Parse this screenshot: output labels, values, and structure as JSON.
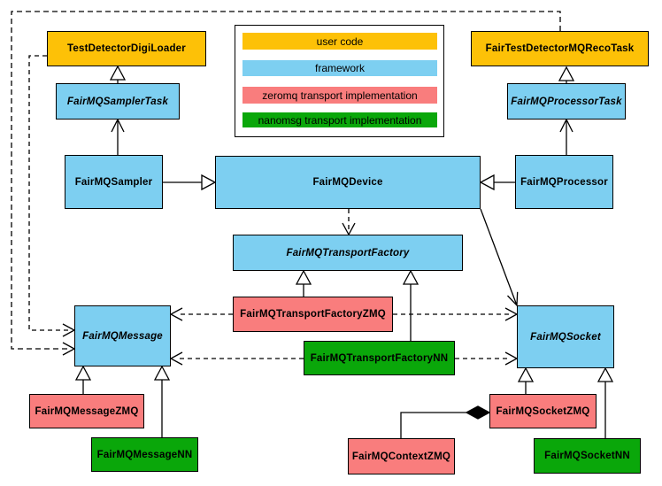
{
  "colors": {
    "user_code": "#FDC107",
    "framework": "#7DCFF1",
    "zeromq": "#F97D7D",
    "nanomsg": "#0AA70A",
    "border": "#000000",
    "background": "#FFFFFF"
  },
  "legend": {
    "items": [
      {
        "label": "user code",
        "category": "user_code"
      },
      {
        "label": "framework",
        "category": "framework"
      },
      {
        "label": "zeromq transport implementation",
        "category": "zeromq"
      },
      {
        "label": "nanomsg transport implementation",
        "category": "nanomsg"
      }
    ]
  },
  "nodes": {
    "testDetectorDigiLoader": {
      "label": "TestDetectorDigiLoader",
      "category": "user_code",
      "abstract": false
    },
    "fairTestDetectorMQRecoTask": {
      "label": "FairTestDetectorMQRecoTask",
      "category": "user_code",
      "abstract": false
    },
    "fairMQSamplerTask": {
      "label": "FairMQSamplerTask",
      "category": "framework",
      "abstract": true
    },
    "fairMQProcessorTask": {
      "label": "FairMQProcessorTask",
      "category": "framework",
      "abstract": true
    },
    "fairMQSampler": {
      "label": "FairMQSampler",
      "category": "framework",
      "abstract": false
    },
    "fairMQDevice": {
      "label": "FairMQDevice",
      "category": "framework",
      "abstract": false
    },
    "fairMQProcessor": {
      "label": "FairMQProcessor",
      "category": "framework",
      "abstract": false
    },
    "fairMQTransportFactory": {
      "label": "FairMQTransportFactory",
      "category": "framework",
      "abstract": true
    },
    "fairMQTransportFactoryZMQ": {
      "label": "FairMQTransportFactoryZMQ",
      "category": "zeromq",
      "abstract": false
    },
    "fairMQTransportFactoryNN": {
      "label": "FairMQTransportFactoryNN",
      "category": "nanomsg",
      "abstract": false
    },
    "fairMQMessage": {
      "label": "FairMQMessage",
      "category": "framework",
      "abstract": true
    },
    "fairMQSocket": {
      "label": "FairMQSocket",
      "category": "framework",
      "abstract": true
    },
    "fairMQMessageZMQ": {
      "label": "FairMQMessageZMQ",
      "category": "zeromq",
      "abstract": false
    },
    "fairMQMessageNN": {
      "label": "FairMQMessageNN",
      "category": "nanomsg",
      "abstract": false
    },
    "fairMQSocketZMQ": {
      "label": "FairMQSocketZMQ",
      "category": "zeromq",
      "abstract": false
    },
    "fairMQSocketNN": {
      "label": "FairMQSocketNN",
      "category": "nanomsg",
      "abstract": false
    },
    "fairMQContextZMQ": {
      "label": "FairMQContextZMQ",
      "category": "zeromq",
      "abstract": false
    }
  },
  "relationships": [
    {
      "from": "FairMQSamplerTask",
      "to": "TestDetectorDigiLoader",
      "arrow": "hollow-triangle",
      "line": "solid"
    },
    {
      "from": "FairMQProcessorTask",
      "to": "FairTestDetectorMQRecoTask",
      "arrow": "hollow-triangle",
      "line": "solid"
    },
    {
      "from": "FairMQSampler",
      "to": "FairMQSamplerTask",
      "arrow": "open",
      "line": "solid"
    },
    {
      "from": "FairMQProcessor",
      "to": "FairMQProcessorTask",
      "arrow": "open",
      "line": "solid"
    },
    {
      "from": "FairMQSampler",
      "to": "FairMQDevice",
      "arrow": "hollow-triangle",
      "line": "solid"
    },
    {
      "from": "FairMQProcessor",
      "to": "FairMQDevice",
      "arrow": "hollow-triangle",
      "line": "solid"
    },
    {
      "from": "FairMQDevice",
      "to": "FairMQTransportFactory",
      "arrow": "open",
      "line": "dashed"
    },
    {
      "from": "FairMQDevice",
      "to": "FairMQSocket",
      "arrow": "open",
      "line": "solid"
    },
    {
      "from": "FairMQTransportFactoryZMQ",
      "to": "FairMQTransportFactory",
      "arrow": "hollow-triangle",
      "line": "solid"
    },
    {
      "from": "FairMQTransportFactoryNN",
      "to": "FairMQTransportFactory",
      "arrow": "hollow-triangle",
      "line": "solid"
    },
    {
      "from": "FairMQTransportFactoryZMQ",
      "to": "FairMQMessage",
      "arrow": "open",
      "line": "dashed"
    },
    {
      "from": "FairMQTransportFactoryZMQ",
      "to": "FairMQSocket",
      "arrow": "open",
      "line": "dashed"
    },
    {
      "from": "FairMQTransportFactoryNN",
      "to": "FairMQMessage",
      "arrow": "open",
      "line": "dashed"
    },
    {
      "from": "FairMQTransportFactoryNN",
      "to": "FairMQSocket",
      "arrow": "open",
      "line": "dashed"
    },
    {
      "from": "TestDetectorDigiLoader",
      "to": "FairMQMessage",
      "arrow": "open",
      "line": "dashed"
    },
    {
      "from": "FairTestDetectorMQRecoTask",
      "to": "FairMQMessage",
      "arrow": "open",
      "line": "dashed"
    },
    {
      "from": "FairMQMessageZMQ",
      "to": "FairMQMessage",
      "arrow": "hollow-triangle",
      "line": "solid"
    },
    {
      "from": "FairMQMessageNN",
      "to": "FairMQMessage",
      "arrow": "hollow-triangle",
      "line": "solid"
    },
    {
      "from": "FairMQSocketZMQ",
      "to": "FairMQSocket",
      "arrow": "hollow-triangle",
      "line": "solid"
    },
    {
      "from": "FairMQSocketNN",
      "to": "FairMQSocket",
      "arrow": "hollow-triangle",
      "line": "solid"
    },
    {
      "from": "FairMQContextZMQ",
      "to": "FairMQSocketZMQ",
      "arrow": "filled-diamond",
      "line": "solid"
    }
  ]
}
